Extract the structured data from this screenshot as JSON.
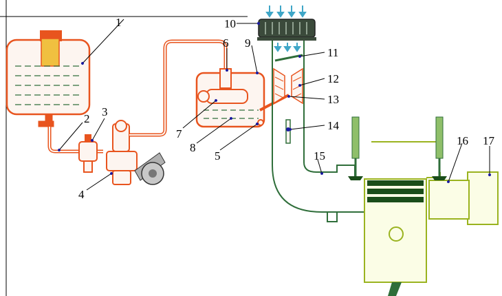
{
  "labels": [
    {
      "id": "1",
      "text": "1"
    },
    {
      "id": "2",
      "text": "2"
    },
    {
      "id": "3",
      "text": "3"
    },
    {
      "id": "4",
      "text": "4"
    },
    {
      "id": "5",
      "text": "5"
    },
    {
      "id": "6",
      "text": "6"
    },
    {
      "id": "7",
      "text": "7"
    },
    {
      "id": "8",
      "text": "8"
    },
    {
      "id": "9",
      "text": "9"
    },
    {
      "id": "10",
      "text": "10"
    },
    {
      "id": "11",
      "text": "11"
    },
    {
      "id": "12",
      "text": "12"
    },
    {
      "id": "13",
      "text": "13"
    },
    {
      "id": "14",
      "text": "14"
    },
    {
      "id": "15",
      "text": "15"
    },
    {
      "id": "16",
      "text": "16"
    },
    {
      "id": "17",
      "text": "17"
    }
  ],
  "colors": {
    "fuel_system": "#e8541e",
    "fuel_fill": "#fdf5f0",
    "intake_system": "#2f6e3a",
    "engine": "#9ab31f",
    "air_arrows": "#3fa6c7",
    "pointer": "#1a1aa0",
    "piston_rings": "#1a4d1a"
  },
  "icons": {
    "air_arrow": "down-arrow-icon",
    "spark_plug": "valve-icon"
  }
}
